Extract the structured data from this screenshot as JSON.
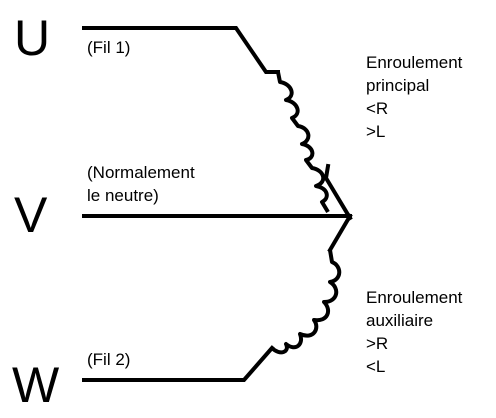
{
  "terminals": {
    "u": "U",
    "v": "V",
    "w": "W"
  },
  "wire_labels": {
    "fil1": "(Fil 1)",
    "neutre_line1": "(Normalement",
    "neutre_line2": "le neutre)",
    "fil2": "(Fil 2)"
  },
  "windings": {
    "principal": {
      "line1": "Enroulement",
      "line2": "principal",
      "line3": "<R",
      "line4": ">L"
    },
    "auxiliaire": {
      "line1": "Enroulement",
      "line2": "auxiliaire",
      "line3": ">R",
      "line4": "<L"
    }
  }
}
